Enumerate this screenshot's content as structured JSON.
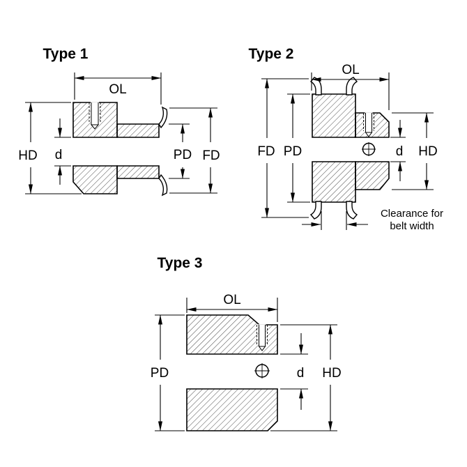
{
  "colors": {
    "title": "#2525c8",
    "line": "#000000"
  },
  "types": [
    {
      "title": "Type 1",
      "dims": {
        "ol": "OL",
        "hd": "HD",
        "d": "d",
        "pd": "PD",
        "fd": "FD"
      }
    },
    {
      "title": "Type 2",
      "dims": {
        "ol": "OL",
        "fd": "FD",
        "pd": "PD",
        "d": "d",
        "hd": "HD"
      },
      "note": {
        "line1": "Clearance for",
        "line2": "belt width"
      }
    },
    {
      "title": "Type 3",
      "dims": {
        "ol": "OL",
        "pd": "PD",
        "d": "d",
        "hd": "HD"
      }
    }
  ]
}
